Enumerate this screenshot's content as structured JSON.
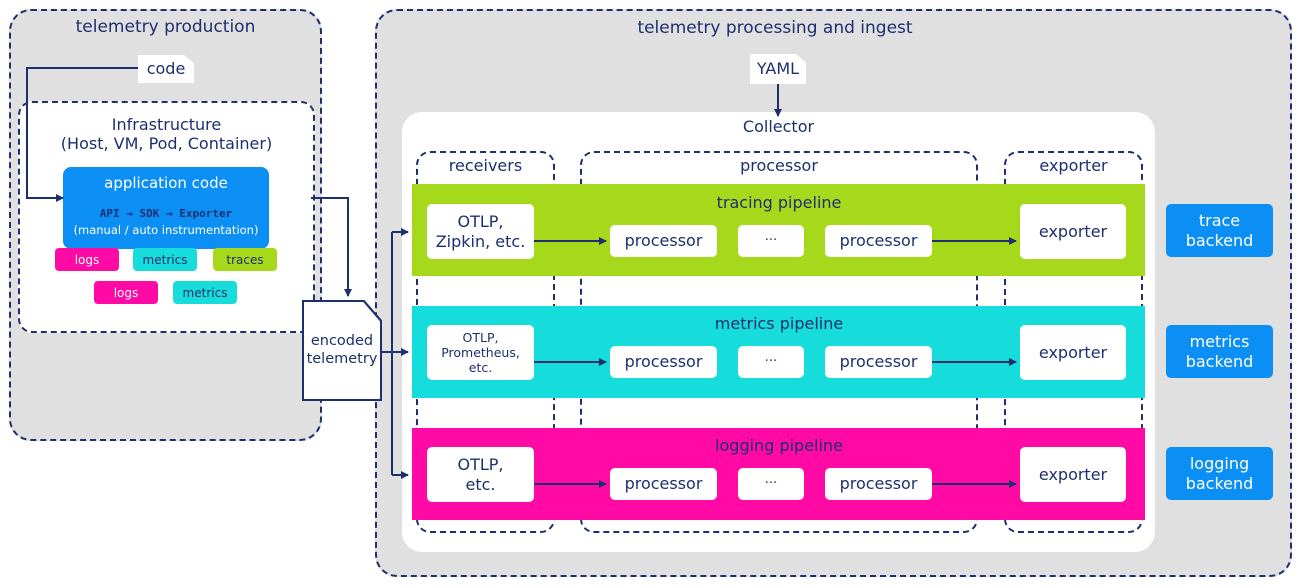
{
  "production": {
    "title": "telemetry production",
    "code_label": "code",
    "infra_title": "Infrastructure\n(Host, VM, Pod, Container)",
    "app_title": "application code",
    "app_flow": "API → SDK → Exporter",
    "app_note": "(manual / auto instrumentation)",
    "signals_inner": [
      "logs",
      "metrics",
      "traces"
    ],
    "signals_outer": [
      "logs",
      "metrics"
    ]
  },
  "encoded_label": "encoded\ntelemetry",
  "processing": {
    "title": "telemetry processing and ingest",
    "yaml_label": "YAML",
    "collector_title": "Collector",
    "columns": {
      "receivers": "receivers",
      "processor": "processor",
      "exporter": "exporter"
    },
    "pipelines": [
      {
        "name": "tracing pipeline",
        "receiver": "OTLP,\nZipkin, etc.",
        "processors": [
          "processor",
          "···",
          "processor"
        ],
        "exporter": "exporter",
        "backend": "trace\nbackend",
        "color": "#a6d91c"
      },
      {
        "name": "metrics pipeline",
        "receiver": "OTLP,\nPrometheus,\netc.",
        "processors": [
          "processor",
          "···",
          "processor"
        ],
        "exporter": "exporter",
        "backend": "metrics\nbackend",
        "color": "#17dcdc"
      },
      {
        "name": "logging pipeline",
        "receiver": "OTLP,\netc.",
        "processors": [
          "processor",
          "···",
          "processor"
        ],
        "exporter": "exporter",
        "backend": "logging\nbackend",
        "color": "#ff0aa5"
      }
    ]
  },
  "colors": {
    "navy": "#1d2f6f",
    "gray": "#e0e0e0",
    "blue": "#0b8ff5",
    "lime": "#a6d91c",
    "cyan": "#17dcdc",
    "magenta": "#ff0aa5"
  }
}
